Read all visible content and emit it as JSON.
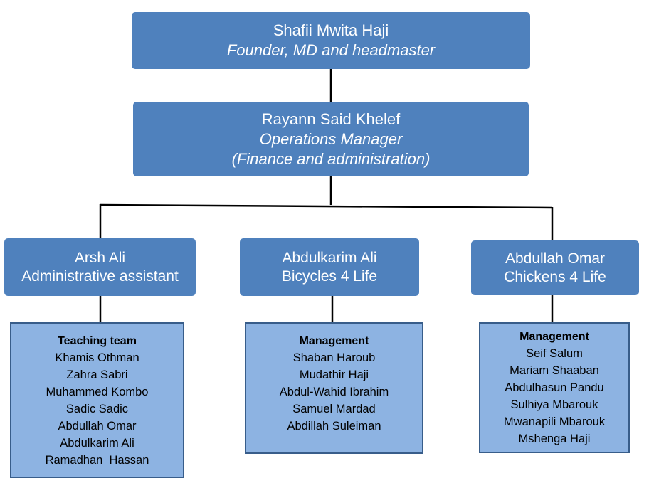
{
  "root": {
    "name": "Shafii Mwita Haji",
    "role": "Founder, MD and headmaster"
  },
  "ops": {
    "name": "Rayann Said Khelef",
    "role_line1": "Operations Manager",
    "role_line2": "(Finance and administration)"
  },
  "branches": [
    {
      "name": "Arsh Ali",
      "role": "Administrative assistant"
    },
    {
      "name": "Abdulkarim Ali",
      "role": "Bicycles 4 Life"
    },
    {
      "name": "Abdullah Omar",
      "role": "Chickens 4 Life"
    }
  ],
  "teams": [
    {
      "title": "Teaching team",
      "members": [
        "Khamis Othman",
        "Zahra Sabri",
        "Muhammed Kombo",
        "Sadic Sadic",
        "Abdullah Omar",
        "Abdulkarim Ali",
        "Ramadhan  Hassan"
      ]
    },
    {
      "title": "Management",
      "members": [
        "Shaban Haroub",
        "Mudathir Haji",
        "Abdul-Wahid Ibrahim",
        "Samuel Mardad",
        "Abdillah Suleiman"
      ]
    },
    {
      "title": "Management",
      "members": [
        "Seif Salum",
        "Mariam Shaaban",
        "Abdulhasun Pandu",
        "Sulhiya Mbarouk",
        "Mwanapili Mbarouk",
        "Mshenga Haji"
      ]
    }
  ],
  "colors": {
    "node_fill": "#4f81bd",
    "team_fill": "#8db3e2",
    "team_border": "#385d8a",
    "connector": "#000000"
  }
}
